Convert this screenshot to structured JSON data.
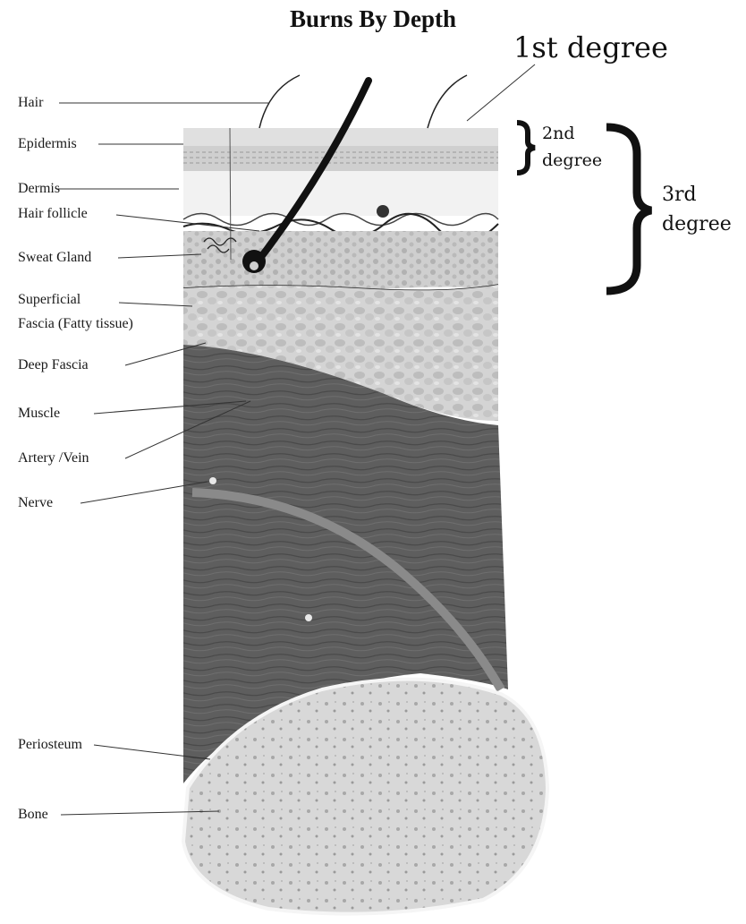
{
  "title": "Burns By Depth",
  "degrees": {
    "first": "1st degree",
    "second_line1": "2nd",
    "second_line2": "degree",
    "third_line1": "3rd",
    "third_line2": "degree"
  },
  "labels": {
    "hair": "Hair",
    "epidermis": "Epidermis",
    "dermis": "Dermis",
    "hair_follicle": "Hair follicle",
    "sweat_gland": "Sweat Gland",
    "superficial_fascia_1": "Superficial",
    "superficial_fascia_2": "Fascia (Fatty tissue)",
    "deep_fascia": "Deep Fascia",
    "muscle": "Muscle",
    "artery_vein": "Artery /Vein",
    "nerve": "Nerve",
    "periosteum": "Periosteum",
    "bone": "Bone"
  }
}
